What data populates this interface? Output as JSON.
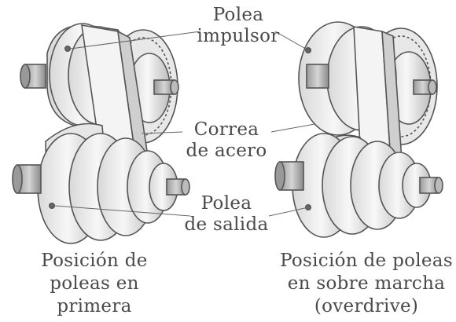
{
  "labels": {
    "drive_pulley": [
      "Polea",
      "impulsor"
    ],
    "steel_belt": [
      "Correa",
      "de acero"
    ],
    "output_pulley": [
      "Polea",
      "de salida"
    ]
  },
  "captions": {
    "left": [
      "Posición de",
      "poleas en",
      "primera"
    ],
    "right": [
      "Posición de poleas",
      "en sobre marcha",
      "(overdrive)"
    ]
  },
  "colors": {
    "ink": "#4a4a4a",
    "line": "#555555",
    "shade": "#cfcfcf",
    "light": "#efefef"
  }
}
